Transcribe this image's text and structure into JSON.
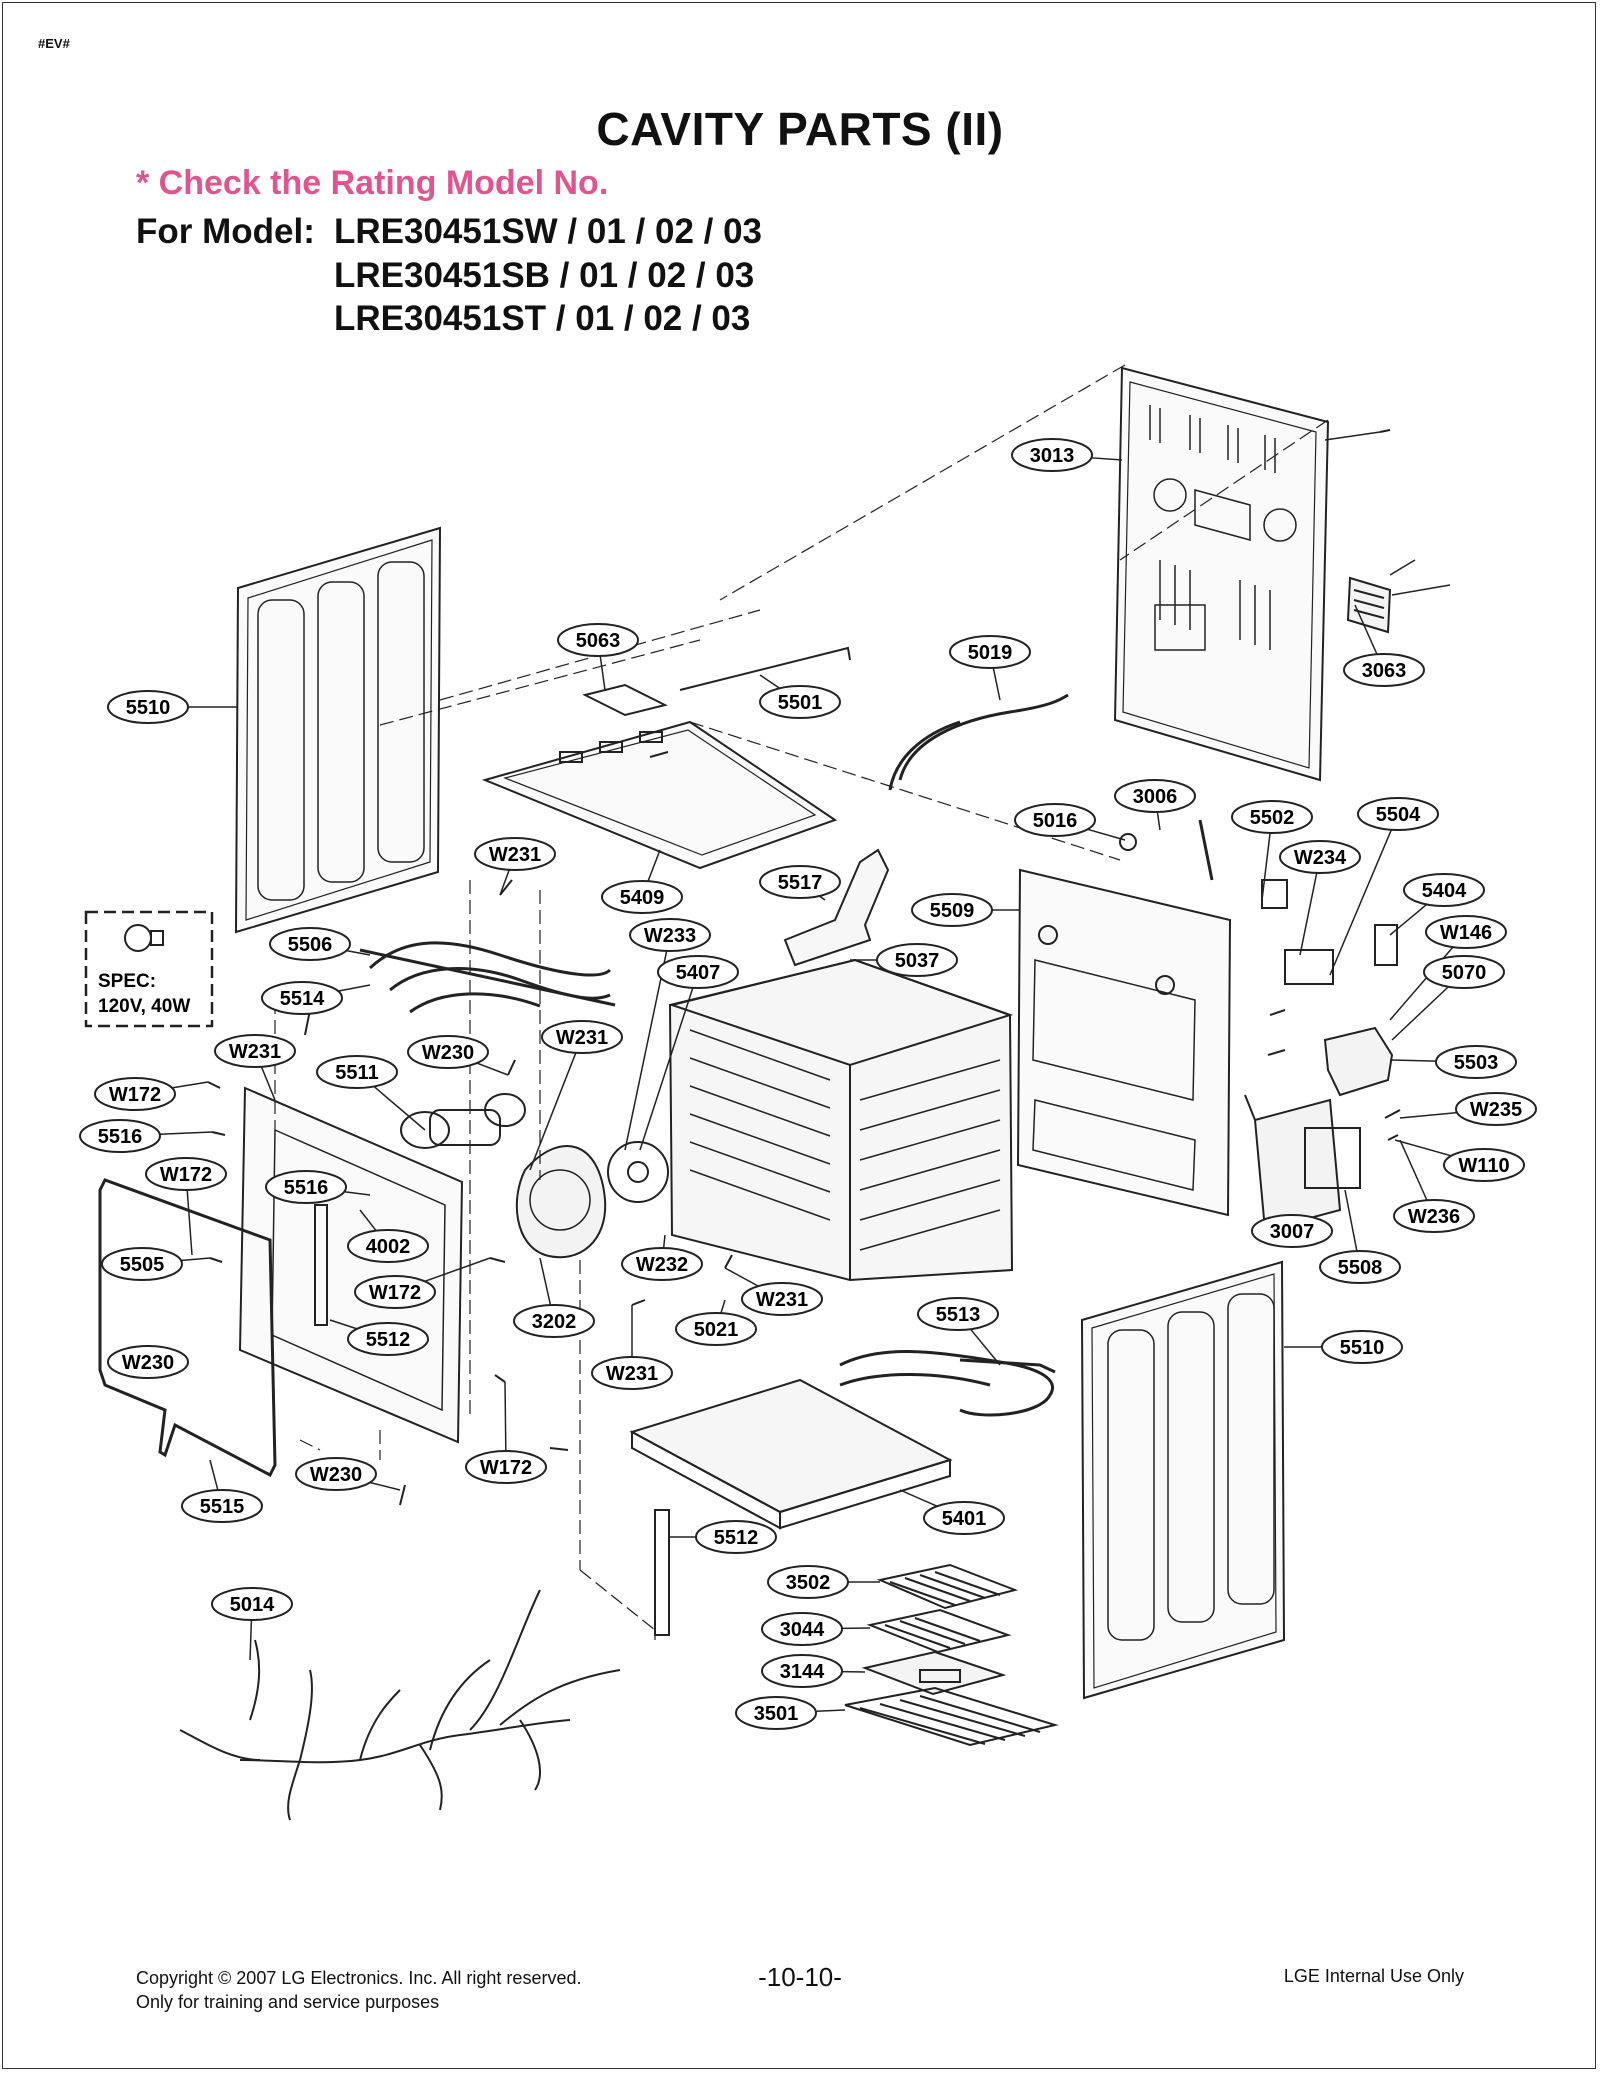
{
  "page": {
    "tag": "#EV#",
    "title": "CAVITY PARTS (II)",
    "check_note": "* Check the Rating Model No.",
    "model_label": "For Model:",
    "models": [
      "LRE30451SW / 01 / 02 / 03",
      "LRE30451SB / 01 / 02 / 03",
      "LRE30451ST / 01 / 02 / 03"
    ]
  },
  "spec": {
    "line1": "SPEC:",
    "line2": "120V, 40W"
  },
  "callouts": [
    {
      "label": "3013"
    },
    {
      "label": "3063"
    },
    {
      "label": "5063"
    },
    {
      "label": "5019"
    },
    {
      "label": "5510"
    },
    {
      "label": "5501"
    },
    {
      "label": "3006"
    },
    {
      "label": "5016"
    },
    {
      "label": "5502"
    },
    {
      "label": "5504"
    },
    {
      "label": "W231"
    },
    {
      "label": "5517"
    },
    {
      "label": "W234"
    },
    {
      "label": "5404"
    },
    {
      "label": "5409"
    },
    {
      "label": "5509"
    },
    {
      "label": "W233"
    },
    {
      "label": "5037"
    },
    {
      "label": "W146"
    },
    {
      "label": "5506"
    },
    {
      "label": "5407"
    },
    {
      "label": "5070"
    },
    {
      "label": "5514"
    },
    {
      "label": "W231"
    },
    {
      "label": "W230"
    },
    {
      "label": "W231"
    },
    {
      "label": "5511"
    },
    {
      "label": "5503"
    },
    {
      "label": "W172"
    },
    {
      "label": "W235"
    },
    {
      "label": "5516"
    },
    {
      "label": "W110"
    },
    {
      "label": "W172"
    },
    {
      "label": "5516"
    },
    {
      "label": "W236"
    },
    {
      "label": "4002"
    },
    {
      "label": "3007"
    },
    {
      "label": "5505"
    },
    {
      "label": "W232"
    },
    {
      "label": "5508"
    },
    {
      "label": "W172"
    },
    {
      "label": "W231"
    },
    {
      "label": "5513"
    },
    {
      "label": "3202"
    },
    {
      "label": "5021"
    },
    {
      "label": "5510"
    },
    {
      "label": "5512"
    },
    {
      "label": "W230"
    },
    {
      "label": "W231"
    },
    {
      "label": "W230"
    },
    {
      "label": "W172"
    },
    {
      "label": "5401"
    },
    {
      "label": "5515"
    },
    {
      "label": "5512"
    },
    {
      "label": "5014"
    },
    {
      "label": "3502"
    },
    {
      "label": "3044"
    },
    {
      "label": "3144"
    },
    {
      "label": "3501"
    }
  ],
  "footer": {
    "copyright": "Copyright © 2007 LG Electronics. Inc. All right reserved.",
    "training": "Only for training and service purposes",
    "page_number": "-10-10-",
    "internal": "LGE Internal Use Only"
  }
}
